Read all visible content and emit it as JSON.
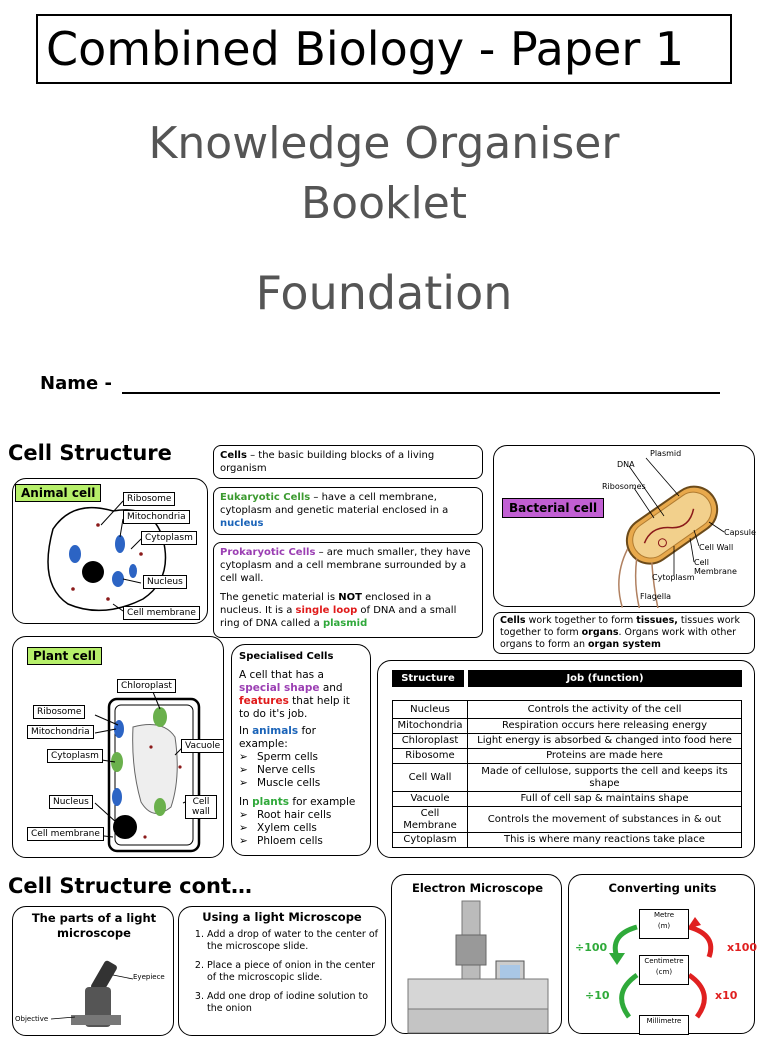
{
  "header": {
    "title": "Combined Biology - Paper 1",
    "subtitle1": "Knowledge Organiser",
    "subtitle2": "Booklet",
    "tier": "Foundation",
    "name_label": "Name -"
  },
  "cell_structure": {
    "heading": "Cell Structure",
    "cells_term": "Cells",
    "cells_def": " – the basic building blocks of a living organism",
    "eukaryotic_term": "Eukaryotic Cells",
    "eukaryotic_def": " – have a cell membrane, cytoplasm and genetic material enclosed in a ",
    "eukaryotic_nucleus": "nucleus",
    "prokaryotic_term": "Prokaryotic Cells",
    "prokaryotic_def": " – are much smaller, they have cytoplasm and a cell membrane surrounded by a cell wall.",
    "genetic_1": "The genetic material is ",
    "genetic_not": "NOT",
    "genetic_2": " enclosed in a nucleus. It is a ",
    "genetic_single_loop": "single loop",
    "genetic_3": " of DNA and a small ring of DNA called a ",
    "genetic_plasmid": "plasmid",
    "animal_cell": {
      "title": "Animal cell",
      "labels": [
        "Ribosome",
        "Mitochondria",
        "Cytoplasm",
        "Nucleus",
        "Cell membrane"
      ]
    },
    "bacterial_cell": {
      "title": "Bacterial cell",
      "labels": [
        "Plasmid",
        "DNA",
        "Ribosomes",
        "Capsule",
        "Cell Wall",
        "Cell Membrane",
        "Cytoplasm",
        "Flagella"
      ]
    },
    "organisation": {
      "w1": "Cells",
      "t1": " work together to form ",
      "w2": "tissues,",
      "t2": " tissues work together to form ",
      "w3": "organs",
      "t3": ". Organs work with other organs to form an ",
      "w4": "organ system"
    },
    "plant_cell": {
      "title": "Plant cell",
      "labels": [
        "Chloroplast",
        "Ribosome",
        "Mitochondria",
        "Cytoplasm",
        "Vacuole",
        "Nucleus",
        "Cell wall",
        "Cell membrane"
      ]
    },
    "specialised": {
      "title": "Specialised Cells",
      "intro_1": "A cell that has a ",
      "intro_special": "special shape",
      "intro_2": " and ",
      "intro_features": "features",
      "intro_3": " that help it to do it's job.",
      "animals_1": "In ",
      "animals_word": "animals",
      "animals_2": " for example:",
      "animal_examples": [
        "Sperm cells",
        "Nerve cells",
        "Muscle cells"
      ],
      "plants_1": "In ",
      "plants_word": "plants",
      "plants_2": " for example",
      "plant_examples": [
        "Root hair cells",
        "Xylem cells",
        "Phloem cells"
      ]
    },
    "table": {
      "col_structure": "Structure",
      "col_job": "Job (function)",
      "rows": [
        {
          "structure": "Nucleus",
          "job": "Controls the activity of the cell"
        },
        {
          "structure": "Mitochondria",
          "job": "Respiration occurs here releasing energy"
        },
        {
          "structure": "Chloroplast",
          "job": "Light energy is absorbed & changed into food here"
        },
        {
          "structure": "Ribosome",
          "job": "Proteins are made here"
        },
        {
          "structure": "Cell Wall",
          "job": "Made of cellulose, supports the cell and keeps its shape"
        },
        {
          "structure": "Vacuole",
          "job": "Full of cell sap & maintains shape"
        },
        {
          "structure": "Cell Membrane",
          "job": "Controls the movement of substances in & out"
        },
        {
          "structure": "Cytoplasm",
          "job": "This is where many reactions take place"
        }
      ]
    }
  },
  "cont": {
    "heading": "Cell Structure cont…",
    "microscope_parts_title": "The parts of a light microscope",
    "microscope_labels": [
      "Eyepiece",
      "Objective"
    ],
    "using_title": "Using a light Microscope",
    "steps": [
      "Add a drop of water to the center of the microscope slide.",
      "Place a piece of onion in the center of the microscopic slide.",
      "Add one drop of iodine solution to the onion"
    ],
    "electron_title": "Electron Microscope",
    "units_title": "Converting units",
    "units": [
      "Metre",
      "(m)",
      "Centimetre",
      "(cm)",
      "Millimetre"
    ],
    "factors": [
      "÷100",
      "x100",
      "÷10",
      "x10"
    ]
  },
  "colors": {
    "green": "#3b9a2f",
    "purple": "#9b3fb3",
    "blue": "#1a63b8",
    "red": "#e01a1a",
    "title_green": "#b6ef6a",
    "title_purple": "#c15fd3"
  }
}
